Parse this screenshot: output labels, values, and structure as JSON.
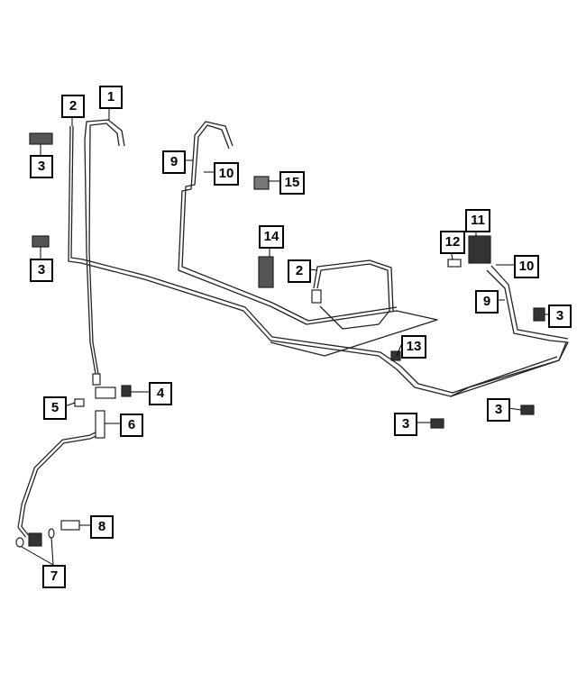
{
  "diagram": {
    "callouts": [
      {
        "label": "1"
      },
      {
        "label": "2"
      },
      {
        "label": "3"
      },
      {
        "label": "3"
      },
      {
        "label": "9"
      },
      {
        "label": "10"
      },
      {
        "label": "15"
      },
      {
        "label": "14"
      },
      {
        "label": "2"
      },
      {
        "label": "11"
      },
      {
        "label": "12"
      },
      {
        "label": "10"
      },
      {
        "label": "9"
      },
      {
        "label": "3"
      },
      {
        "label": "13"
      },
      {
        "label": "4"
      },
      {
        "label": "5"
      },
      {
        "label": "6"
      },
      {
        "label": "3"
      },
      {
        "label": "3"
      },
      {
        "label": "8"
      },
      {
        "label": "7"
      }
    ]
  }
}
